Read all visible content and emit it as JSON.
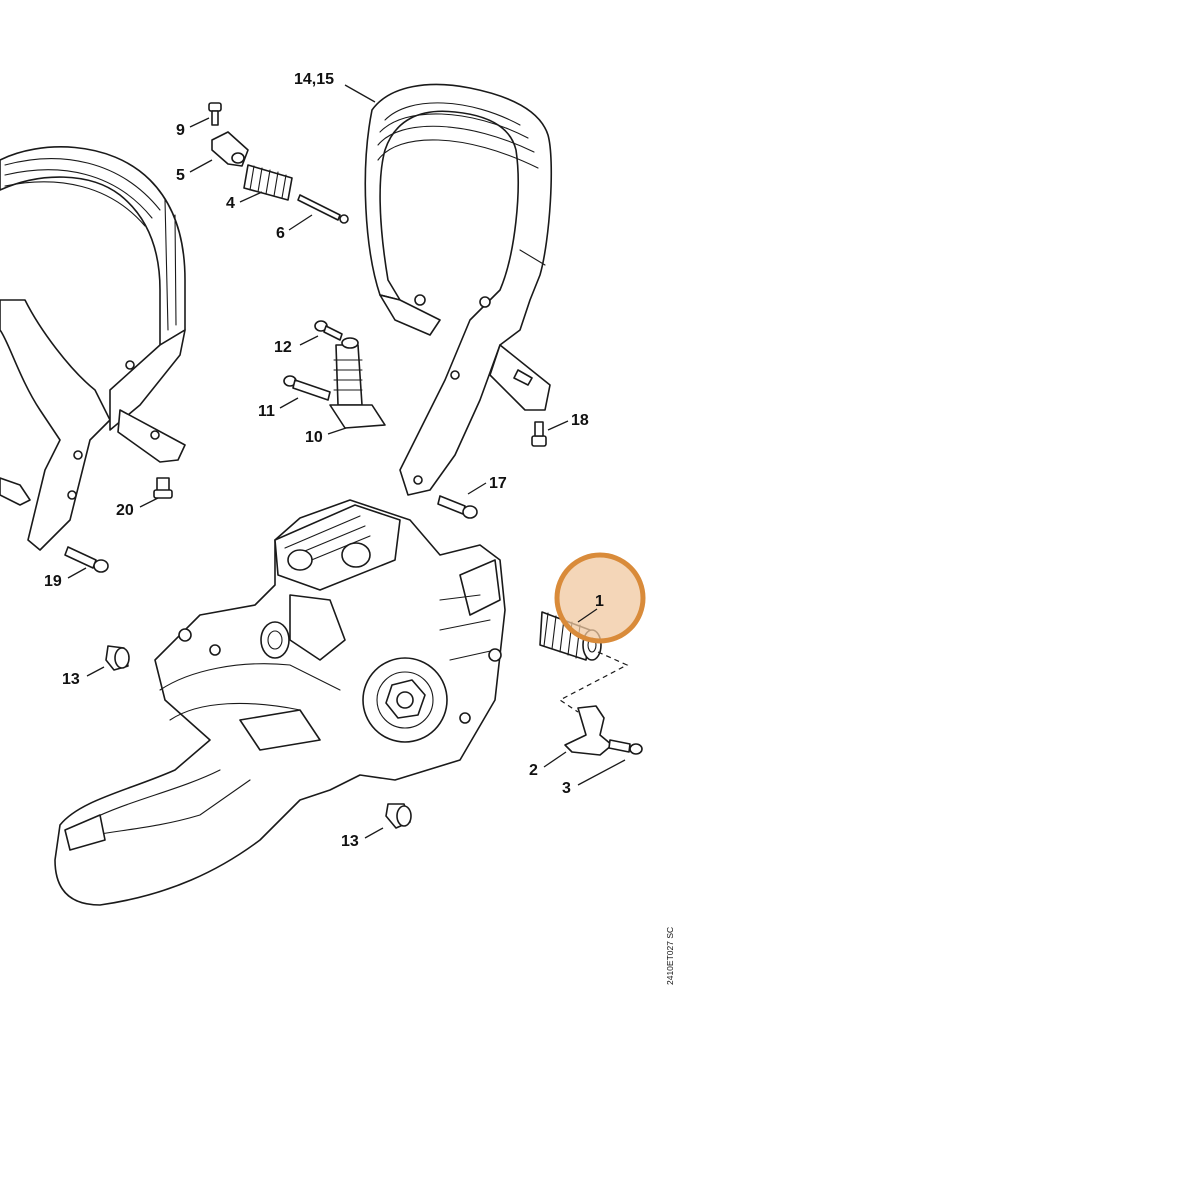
{
  "labels": {
    "p1": "1",
    "p2": "2",
    "p3": "3",
    "p4": "4",
    "p5": "5",
    "p6": "6",
    "p9": "9",
    "p10": "10",
    "p11": "11",
    "p12": "12",
    "p13a": "13",
    "p13b": "13",
    "p14_15": "14,15",
    "p17": "17",
    "p18": "18",
    "p19": "19",
    "p20": "20"
  },
  "drawing_code": "2410ET027 SC",
  "highlight": {
    "part": "1",
    "color": "#d98b3a",
    "fill": "#f0c8a0"
  }
}
